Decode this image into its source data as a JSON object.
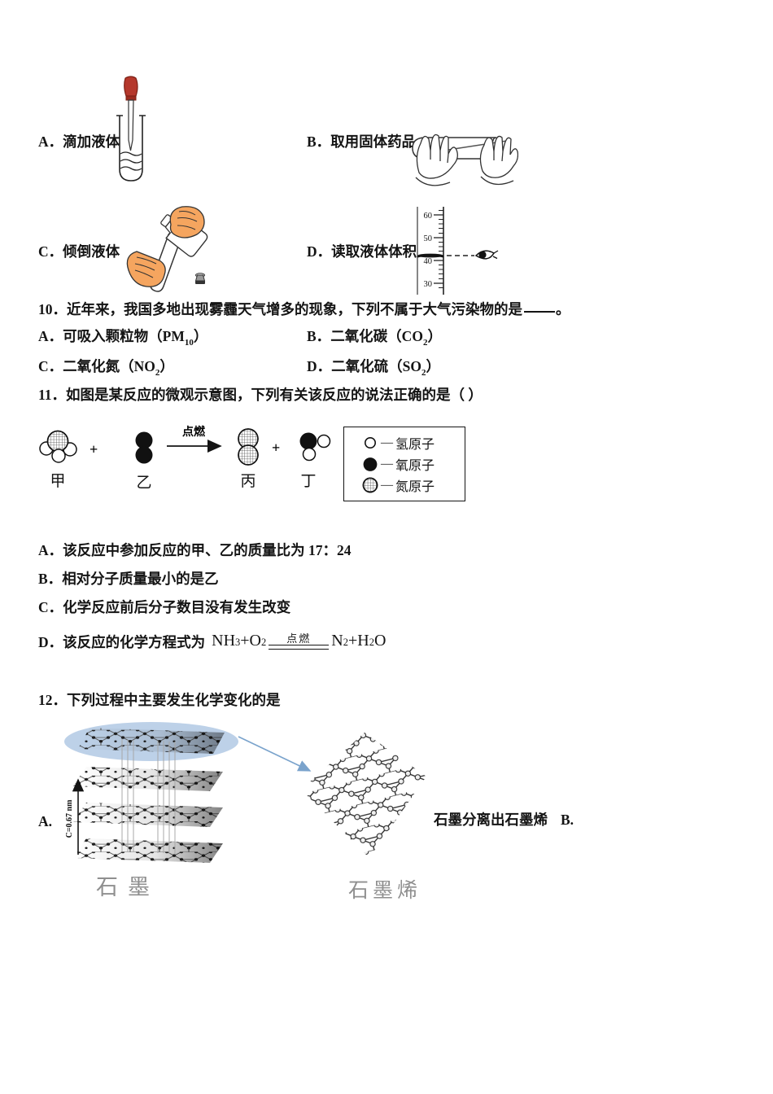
{
  "apparatus": {
    "a": {
      "marker": "A．",
      "label": "滴加液体"
    },
    "b": {
      "marker": "B．",
      "label": "取用固体药品"
    },
    "c": {
      "marker": "C．",
      "label": "倾倒液体"
    },
    "d": {
      "marker": "D．",
      "label": "读取液体体积"
    },
    "cylinder_ticks": {
      "t60": "60",
      "t50": "50",
      "t40": "40",
      "t30": "30"
    }
  },
  "q10": {
    "stem": "10．近年来，我国多地出现雾霾天气增多的现象，下列不属于大气污染物的是",
    "stem_suffix": "。",
    "opt_a": {
      "marker": "A．",
      "pre": "可吸入颗粒物（PM",
      "sub": "10",
      "post": "）"
    },
    "opt_b": {
      "marker": "B．",
      "pre": "二氧化碳（CO",
      "sub": "2",
      "post": "）"
    },
    "opt_c": {
      "marker": "C．",
      "pre": "二氧化氮（NO",
      "sub": "2",
      "post": "）"
    },
    "opt_d": {
      "marker": "D．",
      "pre": "二氧化硫（SO",
      "sub": "2",
      "post": "）"
    }
  },
  "q11": {
    "stem": "11．如图是某反应的微观示意图，下列有关该反应的说法正确的是（ ）",
    "diagram": {
      "plus": "+",
      "condition": "点燃",
      "jia": "甲",
      "yi": "乙",
      "bing": "丙",
      "ding": "丁"
    },
    "legend": {
      "dash": "—",
      "hydrogen": "氢原子",
      "oxygen": "氧原子",
      "nitrogen": "氮原子"
    },
    "opt_a": {
      "marker": "A．",
      "text": "该反应中参加反应的甲、乙的质量比为 17：24"
    },
    "opt_b": {
      "marker": "B．",
      "text": "相对分子质量最小的是乙"
    },
    "opt_c": {
      "marker": "C．",
      "text": "化学反应前后分子数目没有发生改变"
    },
    "opt_d": {
      "marker": "D．",
      "pre": "该反应的化学方程式为",
      "eq": {
        "lhs1": "NH",
        "lhs1_sub": "3",
        "lhs2": "+O",
        "lhs2_sub": "2",
        "condition": "点燃",
        "rhs1": "N",
        "rhs1_sub": "2",
        "rhs2": "+H",
        "rhs2_sub": "2",
        "rhs3": "O"
      }
    }
  },
  "q12": {
    "stem": "12．下列过程中主要发生化学变化的是",
    "marker_a": "A.",
    "caption": "石墨分离出石墨烯",
    "marker_b": "B.",
    "graphite_label": "石墨",
    "graphene_label": "石墨烯",
    "dimension": "C=0.67 nm"
  }
}
